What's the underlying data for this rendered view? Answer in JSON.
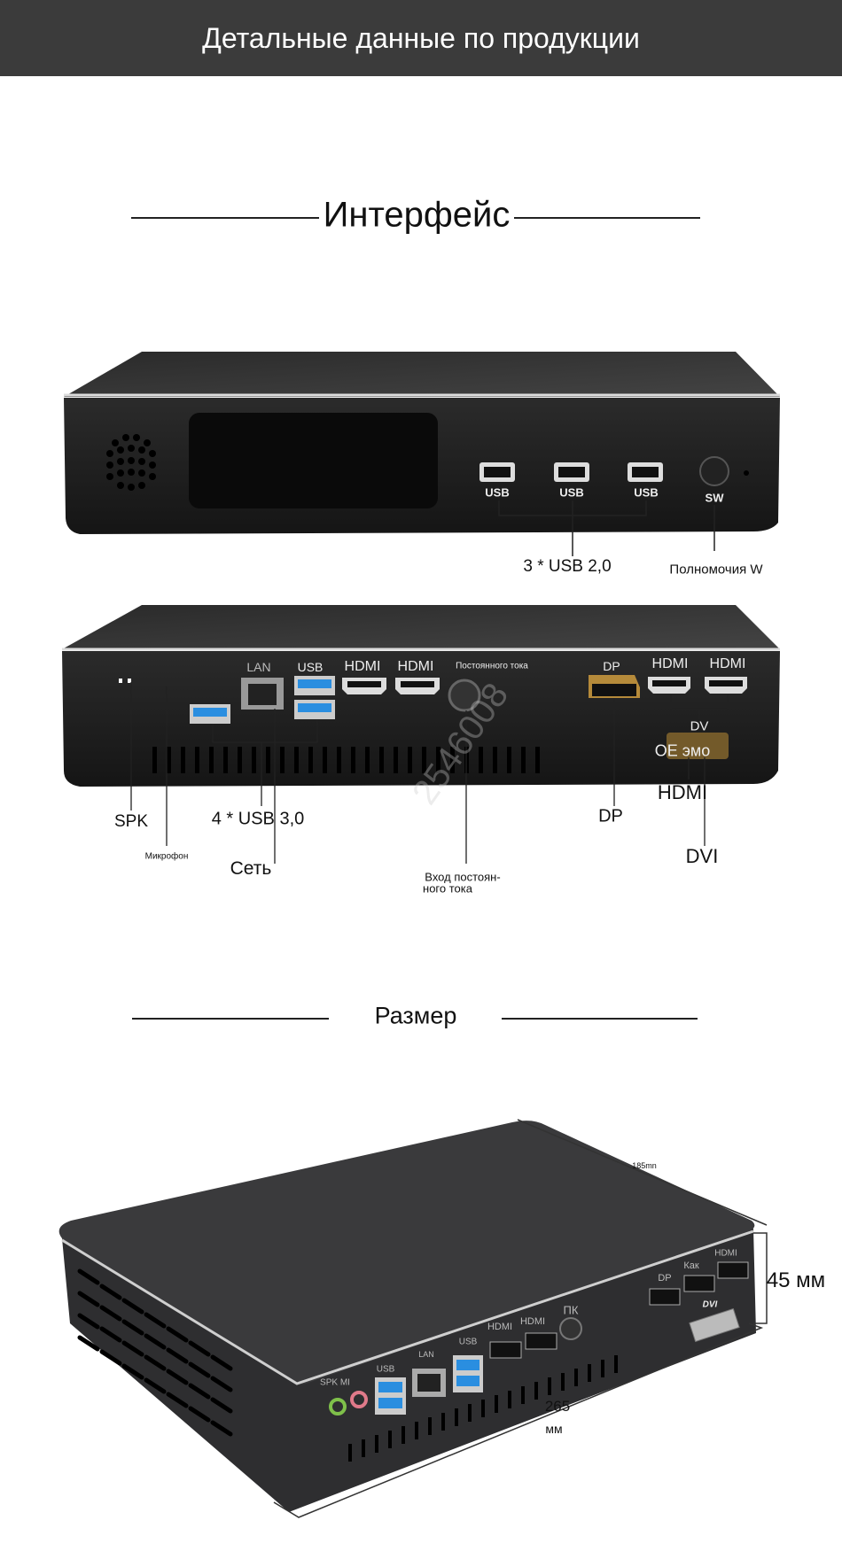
{
  "header": {
    "title": "Детальные данные по продукции"
  },
  "interface": {
    "title": "Интерфейс",
    "front": {
      "usb_port_label": "USB",
      "power_label": "SW",
      "usb_callout": "3 * USB 2,0",
      "power_callout": "Полномочия W"
    },
    "rear": {
      "port_labels": {
        "lan": "LAN",
        "usb": "USB",
        "hdmi1": "HDMI",
        "hdmi2": "HDMI",
        "dc": "Постоянного тока",
        "dp": "DP",
        "hdmi3": "HDMI",
        "hdmi4": "HDMI",
        "dv": "DV",
        "oe": "OE эмо"
      },
      "callouts": {
        "spk": "SPK",
        "mic": "Микрофон",
        "usb3": "4 * USB 3,0",
        "lan": "Сеть",
        "dc_line1": "Вход постоян-",
        "dc_line2": "ного тока",
        "dp": "DP",
        "hdmi": "HDMI",
        "dvi": "DVI"
      },
      "watermark": "2546008"
    }
  },
  "size": {
    "title": "Размер",
    "depth": "185mn",
    "height": "45 мм",
    "width_value": "265",
    "width_unit": "мм",
    "port_labels": {
      "spk_mic": "SPK MI",
      "usb1": "USB",
      "lan": "LAN",
      "usb2": "USB",
      "hdmi1": "HDMI",
      "hdmi2": "HDMI",
      "dc": "ПК",
      "dp": "DP",
      "kak": "Как",
      "hdmi3": "HDMI",
      "dvi": "DVI"
    }
  }
}
